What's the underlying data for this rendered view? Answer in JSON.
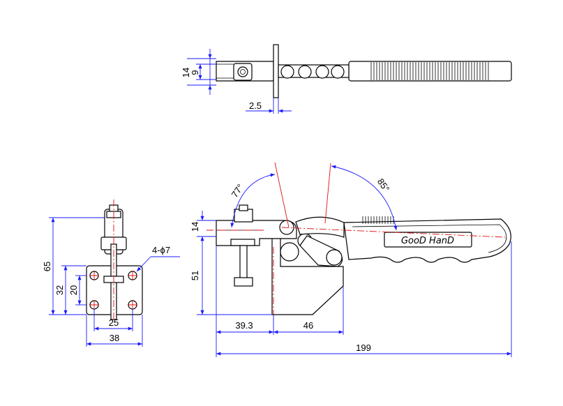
{
  "drawing": {
    "top_view": {
      "dim_14": "14",
      "dim_9": "9",
      "dim_2_5": "2.5"
    },
    "side_view": {
      "dim_65": "65",
      "dim_32": "32",
      "dim_20": "20",
      "dim_25": "25",
      "dim_38": "38",
      "hole_note": "4-ϕ7"
    },
    "front_view": {
      "dim_14": "14",
      "dim_51": "51",
      "dim_39_3": "39.3",
      "dim_46": "46",
      "dim_199": "199",
      "angle_77": "77°",
      "angle_85": "85°"
    },
    "brand_label": "GooD HanD"
  },
  "colors": {
    "dimension": "#1a1aff",
    "centerline": "#e01010",
    "outline": "#000000"
  }
}
